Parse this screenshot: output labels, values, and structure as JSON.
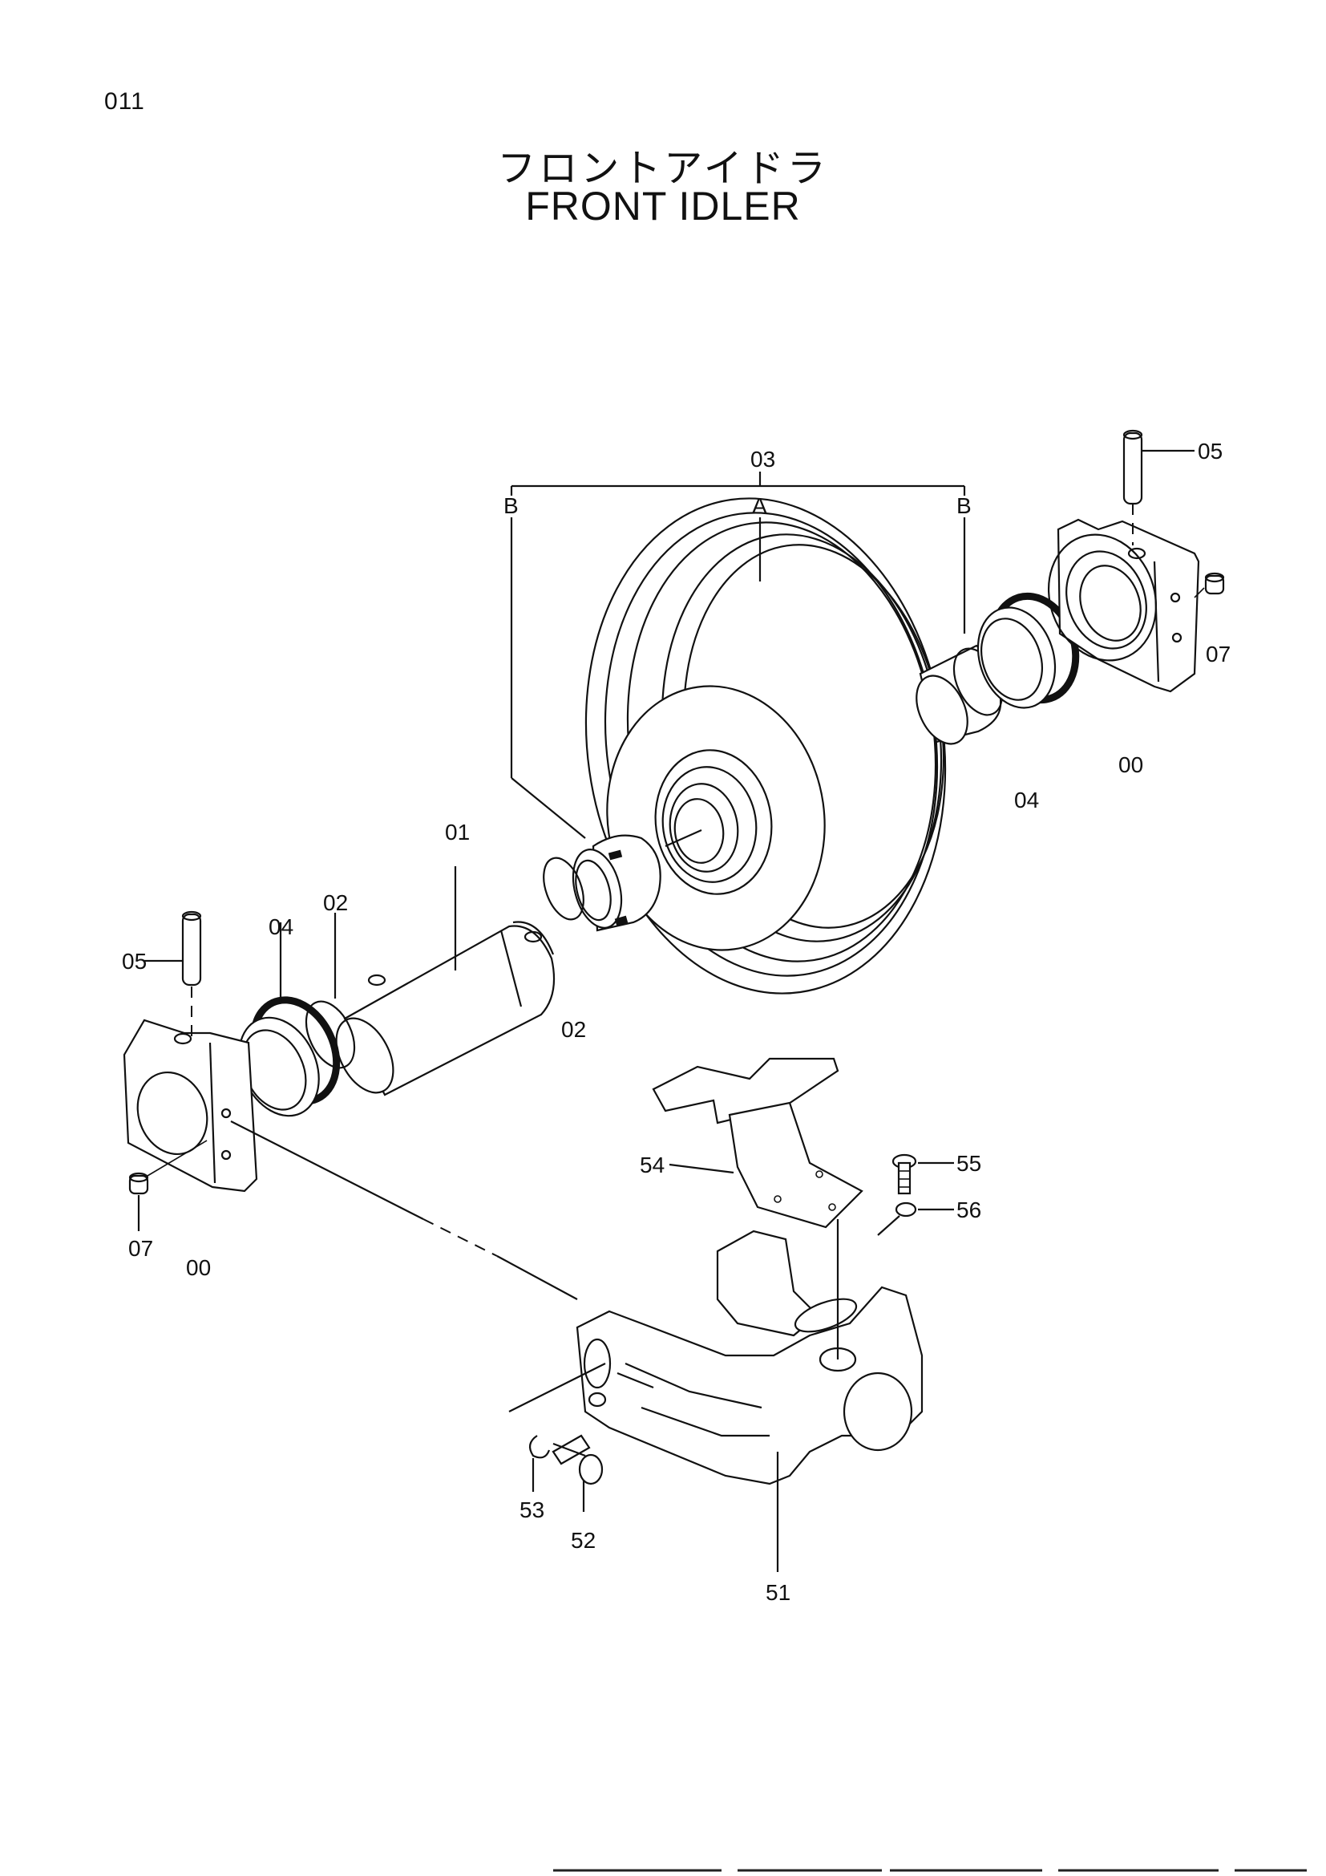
{
  "page": {
    "number": "011"
  },
  "title": {
    "japanese": "フロントアイドラ",
    "english": "FRONT IDLER"
  },
  "callouts": {
    "c03": "03",
    "cA": "A",
    "cB_left": "B",
    "cB_right": "B",
    "c05_right": "05",
    "c07_right": "07",
    "c00_right": "00",
    "c04_right": "04",
    "c01": "01",
    "c02_top": "02",
    "c04_left": "04",
    "c05_left": "05",
    "c02_bottom": "02",
    "c07_left": "07",
    "c00_left": "00",
    "c54": "54",
    "c55": "55",
    "c56": "56",
    "c53": "53",
    "c52": "52",
    "c51": "51"
  }
}
